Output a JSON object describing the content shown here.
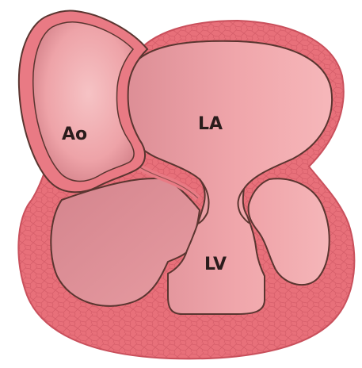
{
  "diagram": {
    "labels": {
      "aorta": "Ao",
      "left_atrium": "LA",
      "left_ventricle": "LV"
    }
  },
  "colors": {
    "myocardium": "#e8707a",
    "myocardium_edge": "#c9505c",
    "myocardium_texture": "#d95f6b",
    "chamber_fill": "#f2a9ae",
    "chamber_shade": "#dc8d95",
    "aorta_fill": "#f3b1b4",
    "aorta_shade": "#d98b92",
    "outline": "#5a3530",
    "vessel_wall": "#e97a84"
  }
}
